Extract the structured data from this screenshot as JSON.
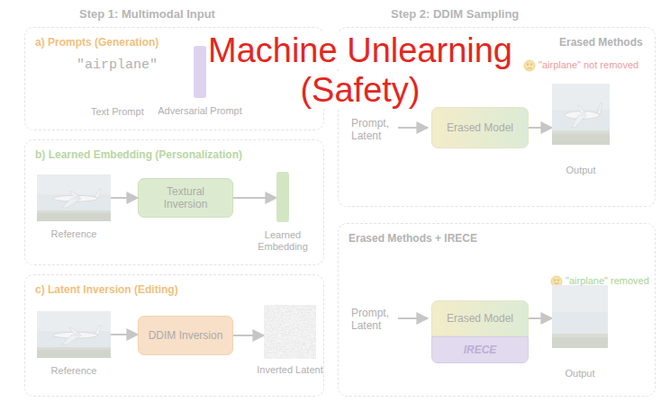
{
  "diagram": {
    "title": "Machine Unlearning (Safety)",
    "nodes": [
      {
        "text": [
          "a) Prompts (Generation)"
        ]
      },
      {
        "text": [
          "Adversarial Prompt"
        ],
        "in": 0
      },
      {
        "text": [
          "b) Learned Embedding (Personalization)"
        ]
      },
      {
        "text": [
          "Reference"
        ],
        "in": 2
      },
      {
        "text": [
          "Textural Inversion"
        ],
        "in": 2
      },
      {
        "text": [
          "Learned Embedding"
        ],
        "in": 2
      },
      {
        "text": [
          "c) Latent Inversion (Editing)"
        ]
      },
      {
        "text": [
          "Reference"
        ],
        "in": 6
      },
      {
        "text": [
          "DDIM Inversion"
        ],
        "in": 6
      },
      {
        "text": [
          "Inverted Latent"
        ],
        "in": 6
      },
      {
        "text": [
          "Erased Methods"
        ]
      },
      {
        "text": [
          "Erased Model"
        ],
        "in": 10
      },
      {
        "text": [
          "Output"
        ],
        "in": 10
      },
      {
        "text": [
          "Erased Methods + IRECE"
        ]
      },
      {
        "text": [
          "Erased Model"
        ],
        "in": 13
      },
      {
        "text": [
          "IRECE"
        ],
        "in": 13
      },
      {
        "text": [
          "Output"
        ],
        "in": 13
      }
    ],
    "edges": [
      {
        "from": 3,
        "to": 4,
        "arrow": "to"
      },
      {
        "from": 4,
        "to": 5,
        "arrow": "to"
      },
      {
        "from": 7,
        "to": 8,
        "arrow": "to"
      },
      {
        "from": 8,
        "to": 9,
        "arrow": "to"
      },
      {
        "from": 11,
        "to": 12,
        "arrow": "to"
      },
      {
        "from": 14,
        "to": 16,
        "arrow": "to"
      }
    ],
    "labels": [
      "Step 1: Multimodal Input",
      "Step 2: DDIM Sampling",
      "\"airplane\"",
      "Text Prompt",
      "\"airplane\" not removed",
      "Prompt, Latent",
      "\"airplane\" removed",
      "Prompt, Latent"
    ]
  }
}
